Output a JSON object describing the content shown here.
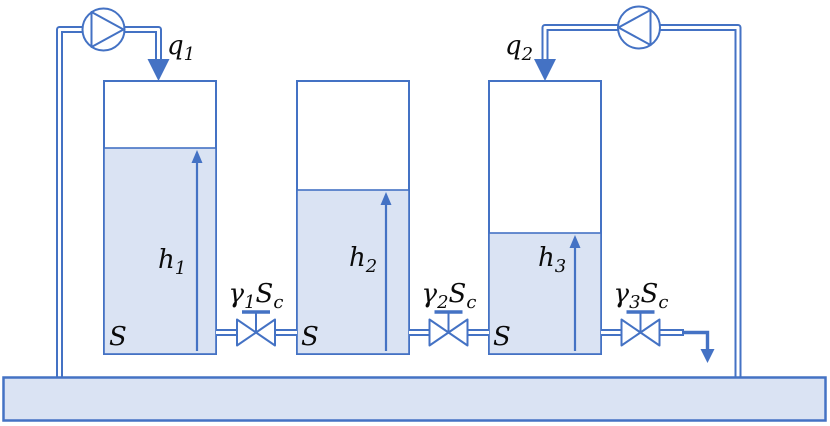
{
  "diagram": {
    "description": "Three coupled tanks hydraulic system with two pumps, three valves and a bottom reservoir",
    "colors": {
      "line": "#4472C4",
      "water_fill": "#DAE3F3",
      "background": "#FFFFFF",
      "label_text": "#0A0A0A"
    },
    "labels": {
      "q1": {
        "base": "q",
        "sub": "1"
      },
      "q2": {
        "base": "q",
        "sub": "2"
      },
      "h1": {
        "base": "h",
        "sub": "1"
      },
      "h2": {
        "base": "h",
        "sub": "2"
      },
      "h3": {
        "base": "h",
        "sub": "3"
      },
      "S1": "S",
      "S2": "S",
      "S3": "S",
      "v1": {
        "gamma": "γ",
        "gamma_sub": "1",
        "s": "S",
        "s_sub": "c"
      },
      "v2": {
        "gamma": "γ",
        "gamma_sub": "2",
        "s": "S",
        "s_sub": "c"
      },
      "v3": {
        "gamma": "γ",
        "gamma_sub": "3",
        "s": "S",
        "s_sub": "c"
      }
    },
    "tanks": [
      {
        "id": "tank-1",
        "fill_fraction": 0.75
      },
      {
        "id": "tank-2",
        "fill_fraction": 0.6
      },
      {
        "id": "tank-3",
        "fill_fraction": 0.44
      }
    ],
    "pumps": [
      {
        "id": "pump-1",
        "direction": "right"
      },
      {
        "id": "pump-2",
        "direction": "left"
      }
    ]
  }
}
